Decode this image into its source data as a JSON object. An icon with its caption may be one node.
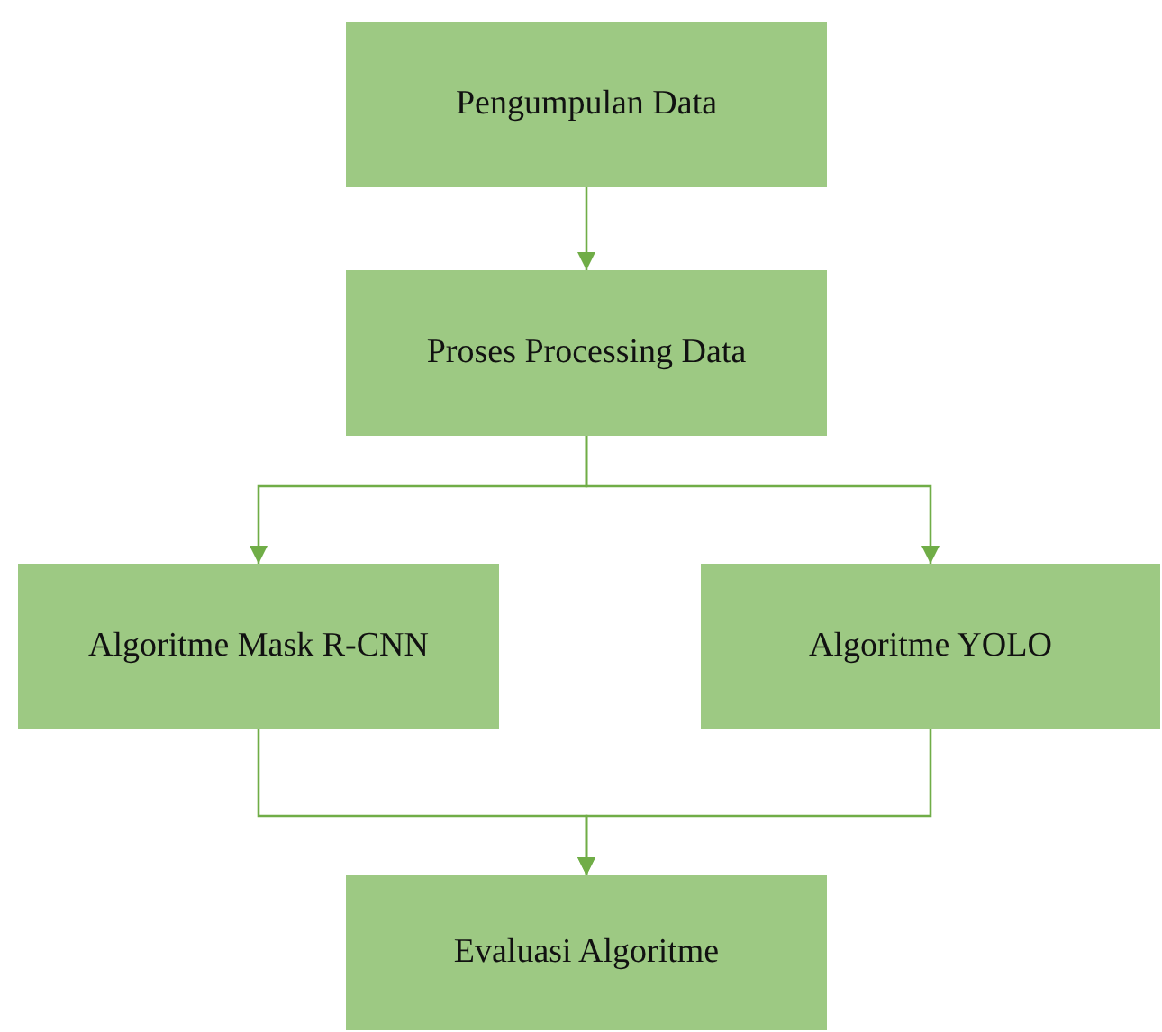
{
  "diagram": {
    "nodes": [
      {
        "text": [
          "Pengumpulan Data"
        ]
      },
      {
        "text": [
          "Proses Processing Data"
        ]
      },
      {
        "text": [
          "Algoritme Mask R-CNN"
        ]
      },
      {
        "text": [
          "Algoritme YOLO"
        ]
      },
      {
        "text": [
          "Evaluasi Algoritme"
        ]
      }
    ],
    "edges": [
      {
        "from": 0,
        "to": 1,
        "arrow": "to"
      },
      {
        "from": 1,
        "to": 2,
        "arrow": "to"
      },
      {
        "from": 1,
        "to": 3,
        "arrow": "to"
      },
      {
        "from": 2,
        "to": 4,
        "arrow": "to"
      },
      {
        "from": 3,
        "to": 4,
        "arrow": "to"
      }
    ]
  }
}
